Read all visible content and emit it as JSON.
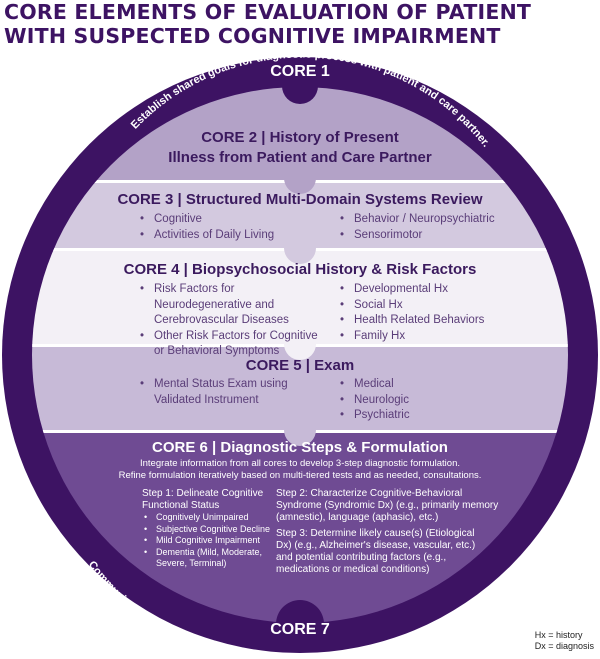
{
  "title_line1": "CORE ELEMENTS OF EVALUATION OF PATIENT",
  "title_line2": "WITH SUSPECTED COGNITIVE IMPAIRMENT",
  "core1": {
    "label": "CORE 1",
    "arc_text": "Establish shared goals for diagnostic process with patient and care partner."
  },
  "core2": {
    "label_line1": "CORE 2 | History of Present",
    "label_line2": "Illness from Patient and Care Partner"
  },
  "core3": {
    "label": "CORE 3 | Structured Multi-Domain Systems Review",
    "left": [
      "Cognitive",
      "Activities of Daily Living"
    ],
    "right": [
      "Behavior / Neuropsychiatric",
      "Sensorimotor"
    ]
  },
  "core4": {
    "label": "CORE 4 | Biopsychosocial History & Risk Factors",
    "left": [
      "Risk Factors for Neurodegenerative and Cerebrovascular Diseases",
      "Other Risk Factors for Cognitive or Behavioral Symptoms"
    ],
    "right": [
      "Developmental Hx",
      "Social Hx",
      "Health Related Behaviors",
      "Family Hx"
    ]
  },
  "core5": {
    "label": "CORE 5 | Exam",
    "left": [
      "Mental Status Exam using Validated Instrument"
    ],
    "right": [
      "Medical",
      "Neurologic",
      "Psychiatric"
    ]
  },
  "core6": {
    "label": "CORE 6 | Diagnostic Steps & Formulation",
    "intro_line1": "Integrate information from all cores to develop 3-step diagnostic formulation.",
    "intro_line2": "Refine formulation iteratively based on multi-tiered tests and as needed, consultations.",
    "step1_title": "Step 1: Delineate Cognitive Functional Status",
    "step1_items": [
      "Cognitively Unimpaired",
      "Subjective Cognitive Decline",
      "Mild Cognitive Impairment",
      "Dementia (Mild, Moderate, Severe, Terminal)"
    ],
    "step2": "Step 2: Characterize Cognitive-Behavioral Syndrome (Syndromic Dx) (e.g., primarily memory (amnestic), language (aphasic), etc.)",
    "step3": "Step 3: Determine likely cause(s) (Etiological Dx) (e.g., Alzheimer's disease, vascular, etc.) and potential contributing factors (e.g., medications or medical conditions)"
  },
  "core7": {
    "label": "CORE 7",
    "arc_text": "Communicate diagnostic findings and implications to patient and care partner. Develop shared care plan."
  },
  "legend": {
    "hx": "Hx = history",
    "dx": "Dx = diagnosis"
  },
  "colors": {
    "outer_ring": "#3d1363",
    "core2": "#b3a2c7",
    "core3": "#d3c9df",
    "core4": "#f3f0f6",
    "core5": "#c7bad7",
    "core6": "#6f4b93",
    "divider": "#ffffff"
  }
}
